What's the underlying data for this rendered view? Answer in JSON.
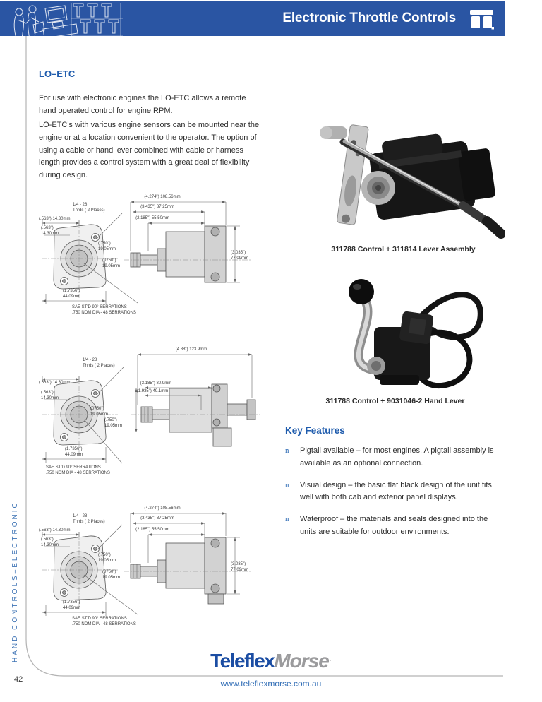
{
  "header": {
    "title": "Electronic Throttle Controls",
    "logo_icon": "teleflex-mark",
    "art_icon": "operators-at-console-line-art"
  },
  "sidebar": {
    "vertical_label": "HAND CONTROLS–ELECTRONIC",
    "page_number": "42"
  },
  "intro": {
    "heading": "LO–ETC",
    "para1": "For use with electronic engines the LO-ETC allows a remote hand operated control for engine RPM.",
    "para2": "LO-ETC's with various engine sensors can be mounted near the engine or at a location convenient to the operator. The option of using a cable or hand lever combined with cable or harness length provides a control system with a great deal of flexibility during design."
  },
  "photos": [
    {
      "caption": "311788 Control + 311814 Lever Assembly"
    },
    {
      "caption": "311788 Control + 9031046-2 Hand Lever"
    }
  ],
  "key_features": {
    "heading": "Key Features",
    "bullet_char": "n",
    "items": [
      "Pigtail available – for most engines. A pigtail assembly is available as an optional connection.",
      "Visual design – the basic flat black design of the unit fits well with both cab and exterior panel displays.",
      "Waterproof – the materials and seals designed into the units are suitable for outdoor environments."
    ]
  },
  "diagrams": [
    {
      "top_dim": "(4.274\") 108.56mm",
      "mid_dim": "(3.435\") 87.25mm",
      "inner_dim": "(2.185\") 55.50mm",
      "thread_l1": "1/4 - 28",
      "thread_l2": "Thrds ( 2 Places)",
      "flange_a": "(.563\") 14.30mm",
      "flange_b_l1": "(.563\")",
      "flange_b_l2": "14.30mm",
      "off_a_l1": "(.750\")",
      "off_a_l2": "19.05mm",
      "off_b_l1": "(0750\")",
      "off_b_l2": "19.05mm",
      "height_l1": "(3.035\")",
      "height_l2": "77.09mm",
      "bottom_l1": "(1.7356\")",
      "bottom_l2": "44.09mm",
      "serr_l1": "SAE ST'D 90° SERRATIONS",
      "serr_l2": ".750 NOM DIA - 48 SERRATIONS"
    },
    {
      "top_dim": "(4.88\") 123.9mm",
      "mid_dim": "(3.185\") 80.9mm",
      "inner_dim": "(1.935\") 49.1mm",
      "thread_l1": "1/4 - 28",
      "thread_l2": "Thrds ( 2 Places)",
      "flange_a": "(.563\") 14.30mm",
      "flange_b_l1": "(.563\")",
      "flange_b_l2": "14.30mm",
      "off_a_l1": "(.750\")",
      "off_a_l2": "19.05mm",
      "off_b_l1": "(0750\")",
      "off_b_l2": "19.05mm",
      "bottom_l1": "(1.7356\")",
      "bottom_l2": "44.09mm",
      "serr_l1": "SAE ST'D 90° SERRATIONS",
      "serr_l2": ".750 NOM DIA - 48 SERRATIONS"
    },
    {
      "top_dim": "(4.274\") 108.56mm",
      "mid_dim": "(3.435\") 87.25mm",
      "inner_dim": "(2.185\") 55.50mm",
      "thread_l1": "1/4 - 28",
      "thread_l2": "Thrds ( 2 Places)",
      "flange_a": "(.563\") 14.30mm",
      "flange_b_l1": "(.563\")",
      "flange_b_l2": "14.30mm",
      "off_a_l1": "(.750\")",
      "off_a_l2": "19.05mm",
      "off_b_l1": "(0750\")",
      "off_b_l2": "19.05mm",
      "height_l1": "(3.035\")",
      "height_l2": "77.09mm",
      "bottom_l1": "(1.7356\")",
      "bottom_l2": "44.09mm",
      "serr_l1": "SAE ST'D 90° SERRATIONS",
      "serr_l2": ".750 NOM DIA - 48 SERRATIONS"
    }
  ],
  "footer": {
    "brand_primary": "Teleflex",
    "brand_secondary": "Morse",
    "trademark_dot": "·",
    "website": "www.teleflexmorse.com.au"
  },
  "colors": {
    "banner_blue": "#2a55a3",
    "heading_blue": "#1f5cad",
    "sidebar_blue": "#3f74b5",
    "logo_blue": "#1b4da3",
    "logo_gray": "#9b9b9d",
    "url_blue": "#2f6cb5"
  }
}
